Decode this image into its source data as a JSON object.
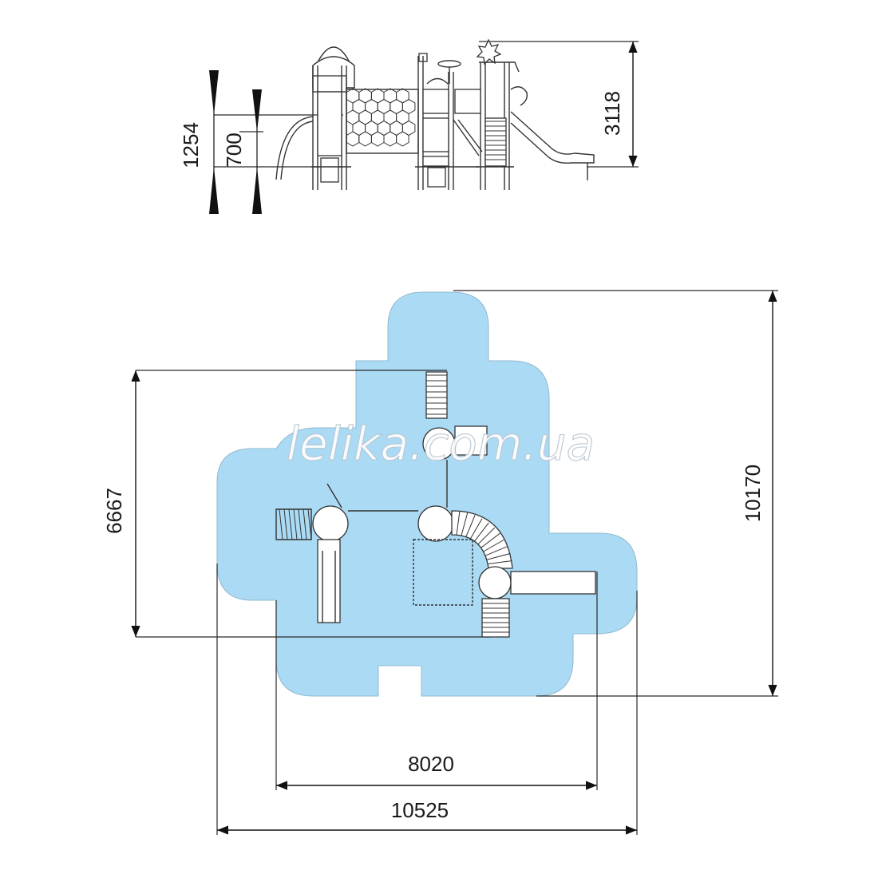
{
  "watermark": "lelika.com.ua",
  "side_view": {
    "dimensions": {
      "height_total": "3118",
      "platform_high": "1254",
      "platform_low": "700"
    }
  },
  "plan_view": {
    "safety_zone_color": "#abdbf4",
    "dimensions": {
      "depth_equipment": "6667",
      "depth_total": "10170",
      "width_equipment": "8020",
      "width_total": "10525"
    }
  }
}
